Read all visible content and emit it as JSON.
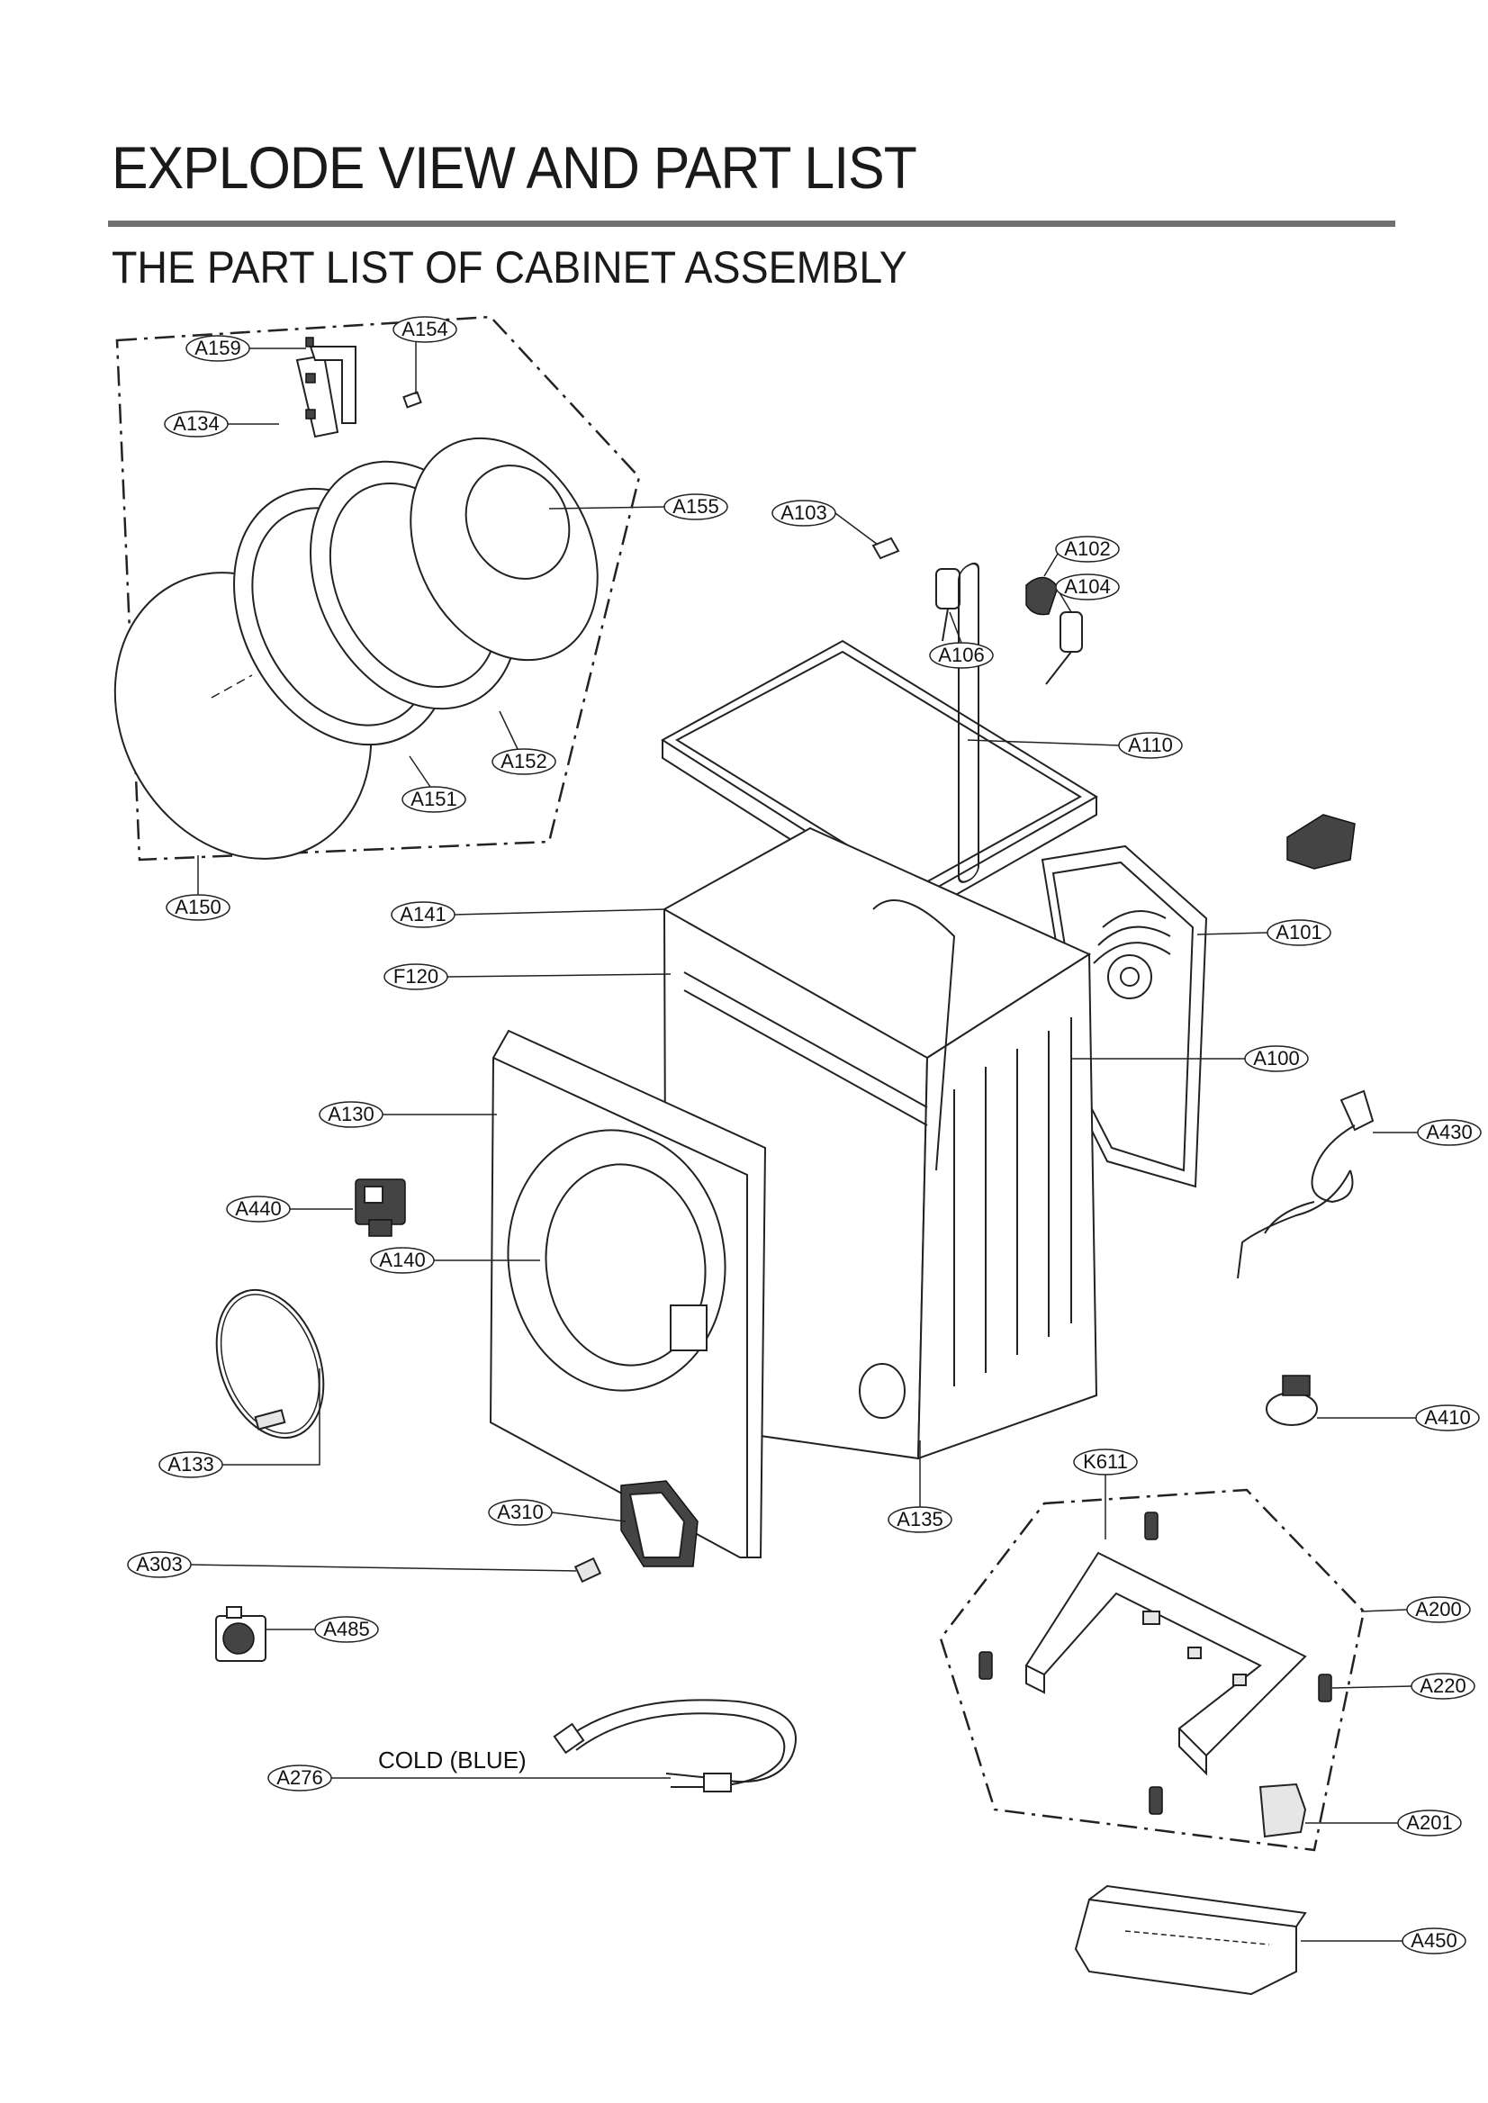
{
  "header": {
    "title": "EXPLODE VIEW AND PART LIST",
    "subtitle": "THE PART LIST OF  CABINET ASSEMBLY"
  },
  "callouts": {
    "A159": "A159",
    "A154": "A154",
    "A134": "A134",
    "A155": "A155",
    "A152": "A152",
    "A151": "A151",
    "A150": "A150",
    "A103": "A103",
    "A102": "A102",
    "A104": "A104",
    "A106": "A106",
    "A110": "A110",
    "A101": "A101",
    "A141": "A141",
    "F120": "F120",
    "A100": "A100",
    "A130": "A130",
    "A430": "A430",
    "A440": "A440",
    "A140": "A140",
    "A410": "A410",
    "A133": "A133",
    "K611": "K611",
    "A310": "A310",
    "A135": "A135",
    "A303": "A303",
    "A200": "A200",
    "A485": "A485",
    "A220": "A220",
    "A276": "A276",
    "A201": "A201",
    "A450": "A450"
  },
  "notes": {
    "cold_hose": "COLD (BLUE)"
  }
}
